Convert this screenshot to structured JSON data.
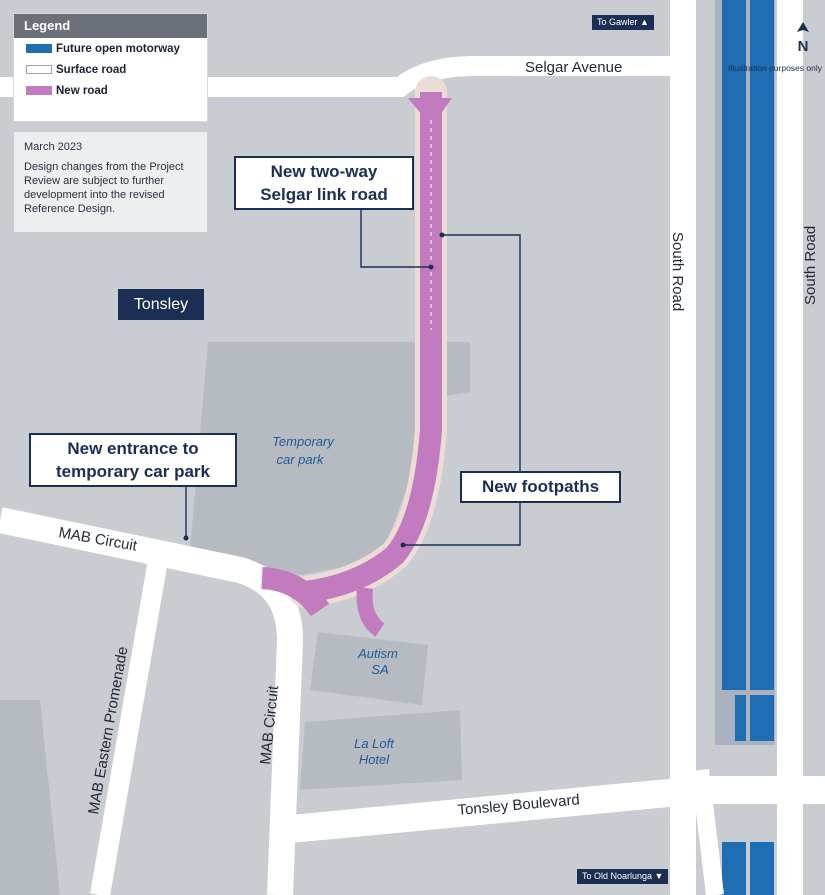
{
  "legend": {
    "title": "Legend",
    "items": [
      {
        "label": "Future open motorway",
        "color": "#1f6db3"
      },
      {
        "label": "Surface road",
        "color": "#ffffff"
      },
      {
        "label": "New road",
        "color": "#c27bbf"
      }
    ]
  },
  "info": {
    "date": "March 2023",
    "text": "Design changes from the Project Review are subject to further development into the revised Reference Design."
  },
  "callouts": {
    "link_road_line1": "New two-way",
    "link_road_line2": "Selgar link road",
    "entrance_line1": "New entrance to",
    "entrance_line2": "temporary car park",
    "footpaths": "New footpaths"
  },
  "places": {
    "tonsley": "Tonsley",
    "temporary_car_park_line1": "Temporary",
    "temporary_car_park_line2": "car park",
    "autism_line1": "Autism",
    "autism_line2": "SA",
    "laloft_line1": "La Loft",
    "laloft_line2": "Hotel"
  },
  "streets": {
    "selgar_avenue": "Selgar Avenue",
    "south_road_west": "South Road",
    "south_road_east": "South Road",
    "mab_circuit_west": "MAB Circuit",
    "mab_circuit_south": "MAB Circuit",
    "mab_eastern_promenade": "MAB Eastern Promenade",
    "tonsley_boulevard": "Tonsley Boulevard"
  },
  "directions": {
    "to_gawler": "To Gawler ▲",
    "to_old_noarlunga": "To Old Noarlunga ▼"
  },
  "disclaimer": "Illustration purposes only",
  "compass": "N",
  "colors": {
    "background": "#c9ccd1",
    "block": "#b6bbc2",
    "road": "#ffffff",
    "new_road": "#c27bbf",
    "footpath": "#ecdcd6",
    "motorway": "#1f6db3",
    "navy": "#1b2f55"
  }
}
